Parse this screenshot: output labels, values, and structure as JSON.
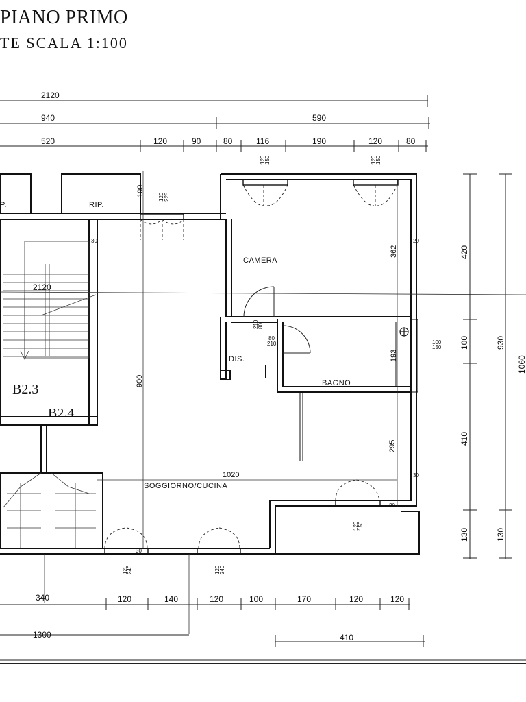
{
  "header": {
    "title": "PIANO PRIMO",
    "subtitle": "TE SCALA 1:100"
  },
  "rooms": {
    "camera": "CAMERA",
    "bagno": "BAGNO",
    "dis": "DIS.",
    "soggiorno": "SOGGIORNO/CUCINA",
    "rip_left": "P.",
    "rip_right": "RIP.",
    "b23": "B2.3",
    "b24": "B2.4"
  },
  "dimensions": {
    "top_row1": [
      "2120"
    ],
    "top_row2": [
      "940",
      "590"
    ],
    "top_row3": [
      "520",
      "120",
      "90",
      "80",
      "116",
      "190",
      "120",
      "80"
    ],
    "bottom_row1": [
      "340",
      "120",
      "140",
      "120",
      "100",
      "170",
      "120",
      "120"
    ],
    "bottom_row2": [
      "1300",
      "410"
    ],
    "right_col1": [
      "420",
      "100",
      "410",
      "130"
    ],
    "right_col2": [
      "930",
      "130"
    ],
    "right_col3": [
      "1060"
    ],
    "interior": {
      "stair_width": "2120",
      "living_depth": "900",
      "living_width": "1020",
      "camera_depth": "362",
      "bagno_depth": "193",
      "lower_depth": "295",
      "wall_100": "100",
      "thick_30a": "30",
      "thick_30b": "30",
      "thick_30c": "30",
      "thick_30d": "30",
      "thick_20": "20"
    },
    "openings": {
      "w1": [
        "120",
        "225"
      ],
      "w2": [
        "120",
        "150"
      ],
      "w3": [
        "120",
        "150"
      ],
      "d_dis": [
        "210",
        "80"
      ],
      "d_bagno": [
        "80",
        "210"
      ],
      "w_bagno": [
        "100",
        "150"
      ],
      "w_s1": [
        "120",
        "240"
      ],
      "w_s2": [
        "120",
        "240"
      ],
      "w_s3": [
        "120",
        "150"
      ]
    }
  }
}
